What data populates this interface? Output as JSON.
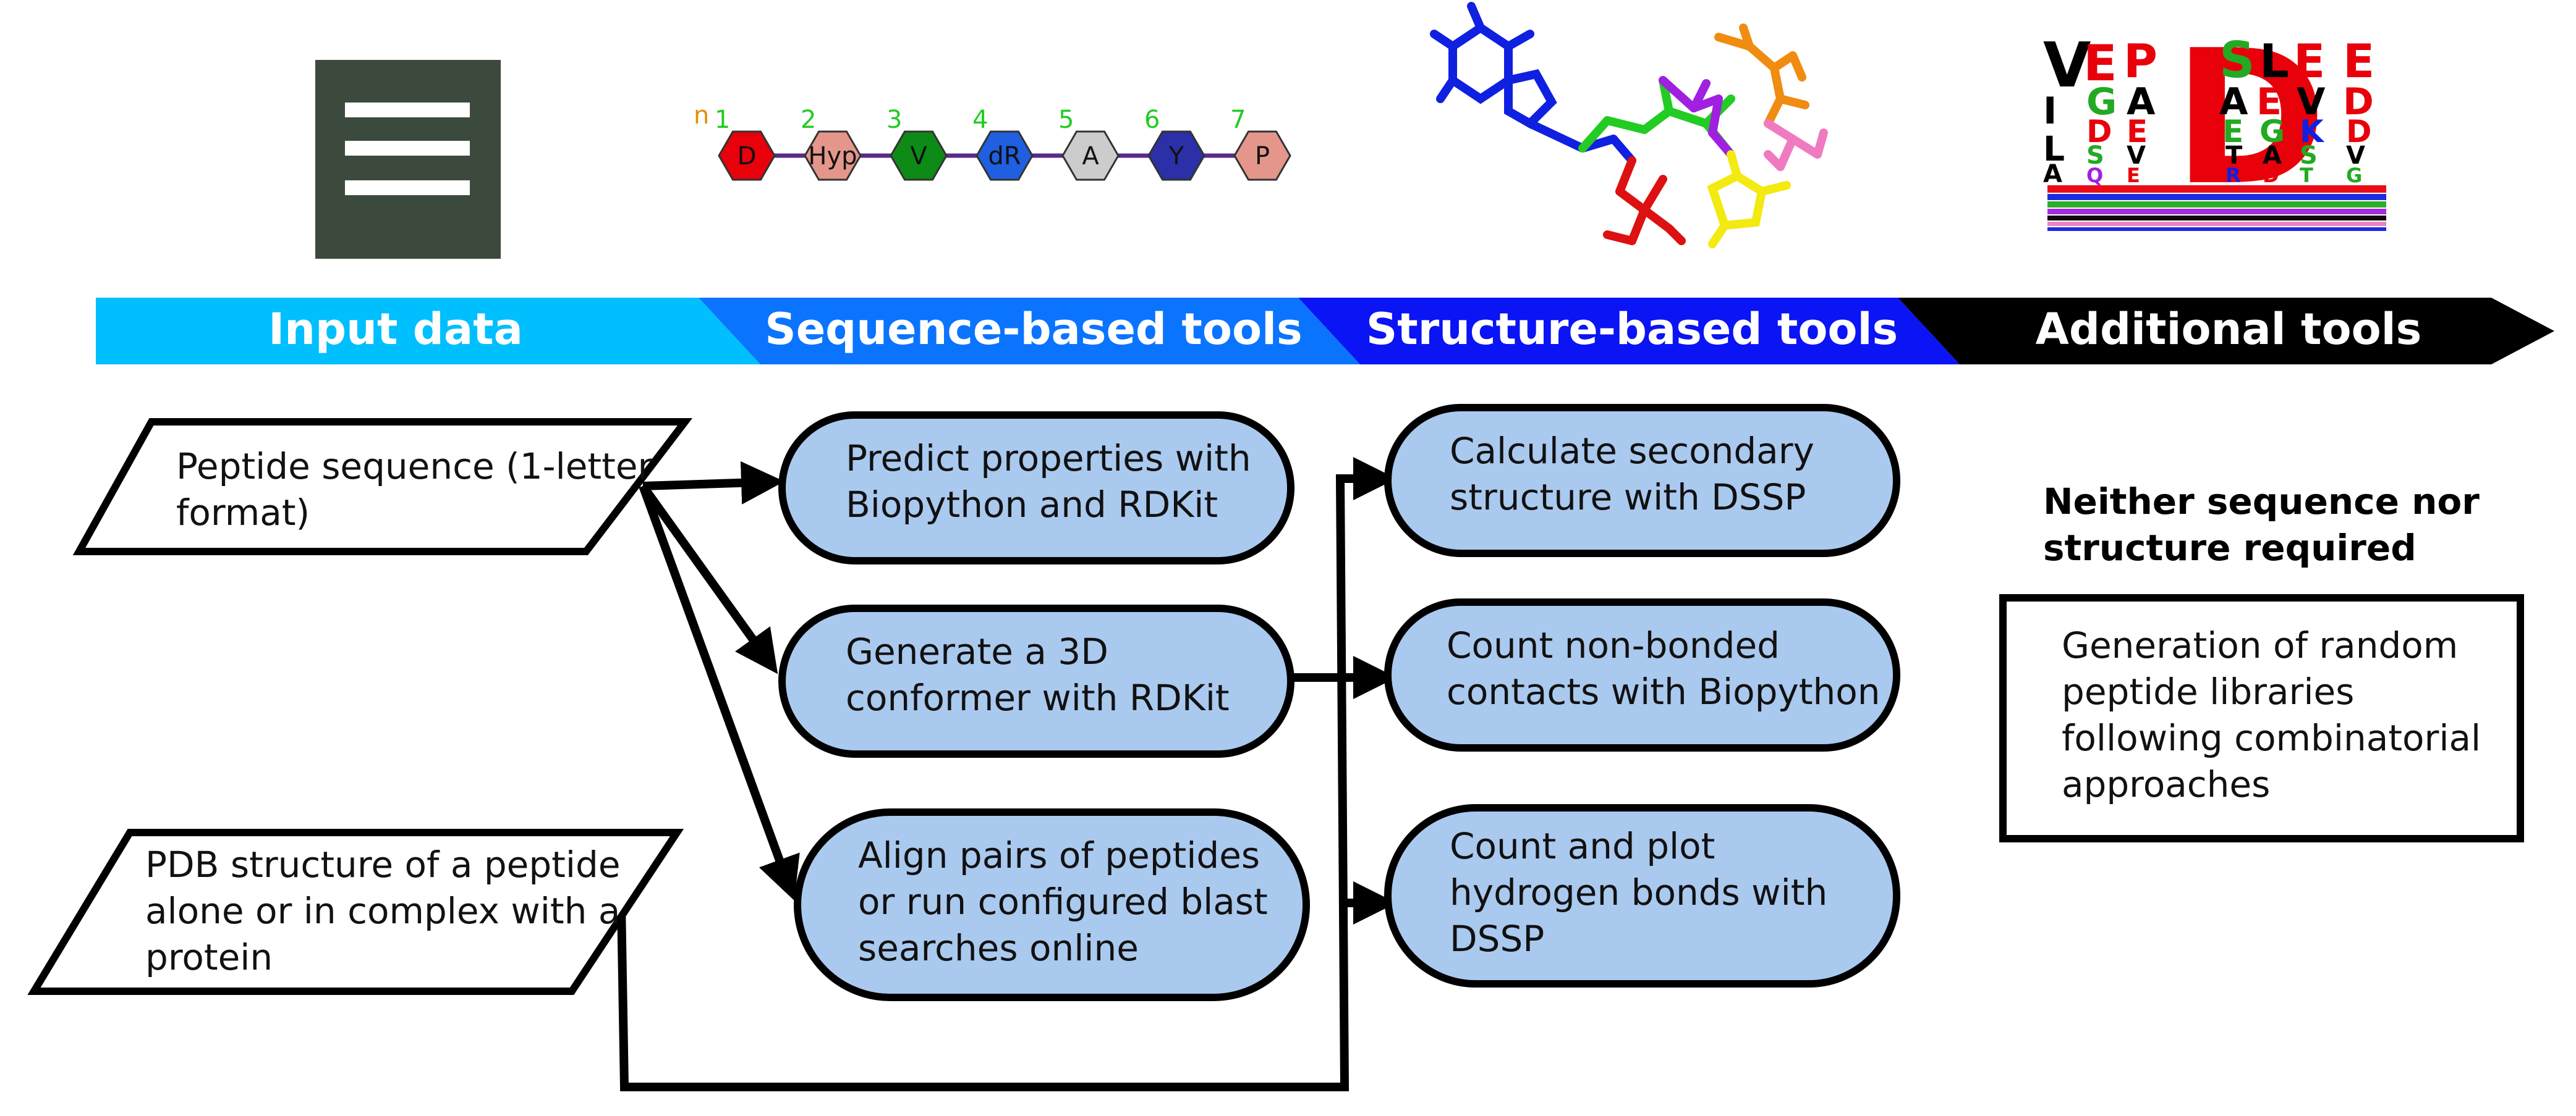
{
  "banner": {
    "stages": [
      {
        "label": "Input data",
        "color": "#00bfff"
      },
      {
        "label": "Sequence-based tools",
        "color": "#0a74ff"
      },
      {
        "label": "Structure-based tools",
        "color": "#0a14f5"
      },
      {
        "label": "Additional tools",
        "color": "#000000"
      }
    ]
  },
  "inputs": {
    "peptide_sequence": [
      "Peptide sequence (1-letter",
      "format)"
    ],
    "pdb_structure": [
      "PDB structure of a peptide",
      "alone or in complex with a",
      "protein"
    ]
  },
  "sequence_tools": {
    "properties": [
      "Predict properties with",
      "Biopython and RDKit"
    ],
    "conformer": [
      "Generate a 3D",
      "conformer with RDKit"
    ],
    "align": [
      "Align pairs of peptides",
      "or run configured blast",
      "searches online"
    ]
  },
  "structure_tools": {
    "secondary": [
      "Calculate secondary",
      "structure with DSSP"
    ],
    "contacts": [
      "Count non-bonded",
      "contacts with Biopython"
    ],
    "hbonds": [
      "Count and plot",
      "hydrogen bonds with",
      "DSSP"
    ]
  },
  "additional": {
    "note": [
      "Neither sequence nor",
      "structure required"
    ],
    "libraries": [
      "Generation of random",
      "peptide libraries",
      "following combinatorial",
      "approaches"
    ]
  },
  "peptide_chain": {
    "terminal_label": "n",
    "residues": [
      {
        "num": "1",
        "label": "D",
        "color": "#e8000b"
      },
      {
        "num": "2",
        "label": "Hyp",
        "color": "#e5968a"
      },
      {
        "num": "3",
        "label": "V",
        "color": "#0e8a16"
      },
      {
        "num": "4",
        "label": "dR",
        "color": "#1f5fe0"
      },
      {
        "num": "5",
        "label": "A",
        "color": "#cccccc"
      },
      {
        "num": "6",
        "label": "Y",
        "color": "#2b2fa8"
      },
      {
        "num": "7",
        "label": "P",
        "color": "#e5968a"
      }
    ]
  },
  "icons": {
    "input": "document-lines-icon",
    "sequence": "peptide-chain-icon",
    "structure": "molecule-3d-icon",
    "additional": "sequence-logo-icon"
  }
}
